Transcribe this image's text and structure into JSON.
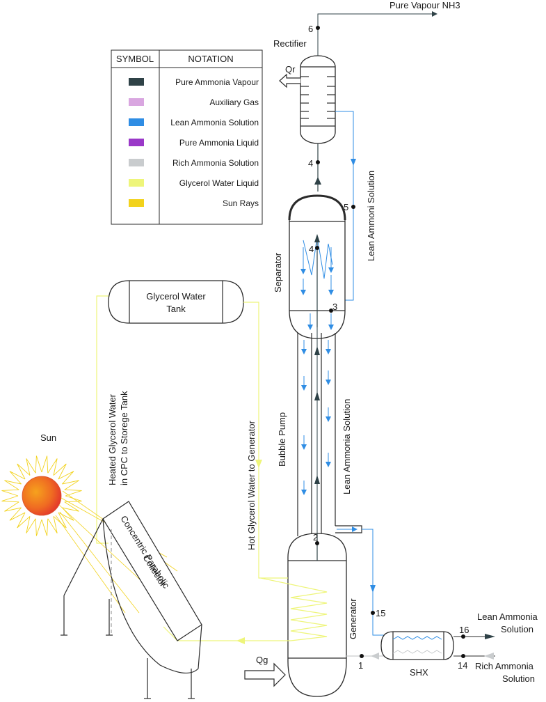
{
  "legend": {
    "header_symbol": "SYMBOL",
    "header_notation": "NOTATION",
    "items": [
      {
        "label": "Pure Ammonia Vapour",
        "color": "#2f4247"
      },
      {
        "label": "Auxiliary Gas",
        "color": "#d9a6e0"
      },
      {
        "label": "Lean Ammonia Solution",
        "color": "#2f8de4"
      },
      {
        "label": "Pure Ammonia Liquid",
        "color": "#9a38c8"
      },
      {
        "label": "Rich Ammonia Solution",
        "color": "#c9ccce"
      },
      {
        "label": "Glycerol Water Liquid",
        "color": "#eef57a"
      },
      {
        "label": "Sun Rays",
        "color": "#f2d21c"
      }
    ]
  },
  "labels": {
    "pure_vapour": "Pure Vapour NH3",
    "rectifier": "Rectifier",
    "qr": "Qr",
    "lean_ammoni_solution": "Lean Ammoni Solution",
    "separator": "Separator",
    "tank_line1": "Glycerol Water",
    "tank_line2": "Tank",
    "heated_line1": "Heated Glycerol Water",
    "heated_line2": "in CPC to Storege Tank",
    "hot_glycerol": "Hot Glycerol Water to Generator",
    "bubble_pump": "Bubble Pump",
    "lean_ammonia_vertical": "Lean Ammonia Solution",
    "sun": "Sun",
    "cpc_line1": "Concentric Parabolic",
    "cpc_line2": "Collector",
    "generator": "Generator",
    "qg": "Qg",
    "shx": "SHX",
    "lean_out_line1": "Lean Ammonia",
    "lean_out_line2": "Solution",
    "rich_in_line1": "Rich Ammonia",
    "rich_in_line2": "Solution"
  },
  "state_points": {
    "p1": "1",
    "p2": "2",
    "p3": "3",
    "p4_top": "4",
    "p4_sep": "4",
    "p5": "5",
    "p6": "6",
    "p14": "14",
    "p15": "15",
    "p16": "16"
  },
  "colors": {
    "vapour": "#2f4247",
    "lean": "#2f8de4",
    "rich": "#c9ccce",
    "glycerol": "#eef57a",
    "sun_ray": "#f2d21c",
    "sun_core": "#e8402a"
  }
}
